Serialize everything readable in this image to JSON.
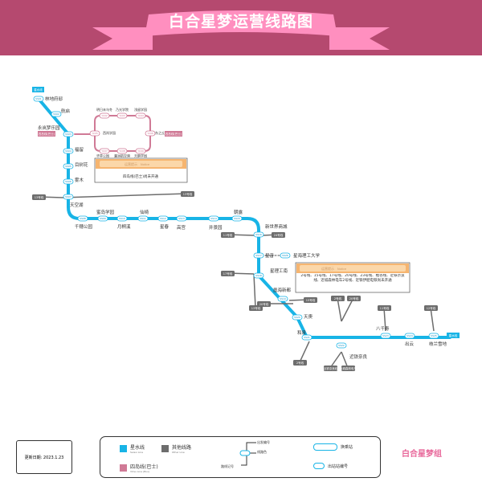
{
  "header": {
    "title": "白合星梦运营线路图"
  },
  "colors": {
    "main_line": "#18b4e6",
    "other_line": "#6d6d6d",
    "bus_line": "#d07a96",
    "header_bg": "#b5496f",
    "ribbon": "#ff8fbf"
  },
  "line_badges": {
    "start": "星水线",
    "end": "星水线",
    "bus": "四岛线(巴士)",
    "bus2": "四岛线(巴士)"
  },
  "stations": [
    {
      "name": "林地府邸",
      "code": "SS01"
    },
    {
      "name": "航启",
      "code": "SS02"
    },
    {
      "name": "永岚梦乐园",
      "code": "SS03"
    },
    {
      "name": "福留",
      "code": "SS04"
    },
    {
      "name": "目树花",
      "code": "SS05"
    },
    {
      "name": "雾木",
      "code": "SS06"
    },
    {
      "name": "天空湖",
      "code": "SS07"
    },
    {
      "name": "千穗公园",
      "code": "SS08"
    },
    {
      "name": "蜜岛学园",
      "code": "SS09"
    },
    {
      "name": "月桐溪",
      "code": "SS10"
    },
    {
      "name": "仙崎",
      "code": "SS11"
    },
    {
      "name": "星春",
      "code": "SS12"
    },
    {
      "name": "高宫",
      "code": "SS13"
    },
    {
      "name": "井景园",
      "code": "SS14"
    },
    {
      "name": "朝露",
      "code": "SS15"
    },
    {
      "name": "新世界商城",
      "code": "SS16"
    },
    {
      "name": "星音",
      "code": "SS17"
    },
    {
      "name": "星理工南",
      "code": "SS18"
    },
    {
      "name": "凰海新都",
      "code": "SS19"
    },
    {
      "name": "天庚",
      "code": "SS20"
    },
    {
      "name": "和泉",
      "code": "SS21"
    },
    {
      "name": "近铁奈良",
      "code": "SS22"
    },
    {
      "name": "八千寿",
      "code": "SS23"
    },
    {
      "name": "出云",
      "code": "SS24"
    },
    {
      "name": "岐兰雪地",
      "code": "SS25"
    },
    {
      "name": "星海理工大学",
      "code": "SS26"
    }
  ],
  "bus_stations": [
    {
      "name": "明日未乌冬",
      "code": "YC02"
    },
    {
      "name": "乃光学院",
      "code": "YC03"
    },
    {
      "name": "浅留学园",
      "code": "YC04"
    },
    {
      "name": "西岚学园",
      "code": "YC05"
    },
    {
      "name": "东之丘",
      "code": "YC06"
    },
    {
      "name": "华亭公园",
      "code": "YC07"
    },
    {
      "name": "瀛洲航空港",
      "code": "YC08"
    },
    {
      "name": "天鹅学园",
      "code": "YC09"
    }
  ],
  "other_lines": [
    "13号线",
    "13号线",
    "11号线",
    "24号线",
    "17号线",
    "13号线",
    "15号线",
    "20号线",
    "2号线",
    "2号线",
    "20号线",
    "11号线",
    "12号线",
    "近铁奈良线",
    "近城森林电车"
  ],
  "notices": [
    {
      "title": "运营提示",
      "sub": "Notice",
      "text": "四岛线(巴士)尚未开通"
    },
    {
      "title": "运营提示",
      "sub": "Notice",
      "text": "2号线、15号线、17号线、20号线、23号线、榴谷线、近铁奈良线、近城森林电车2号线、近铁伊肥电铁尚未开通"
    }
  ],
  "legend": {
    "main": "星水线",
    "main_en": "Seisui Line",
    "other": "其他线路",
    "other_en": "Other Line",
    "bus": "四岛线(巴士)",
    "bus_en": "Yotsu Line (Bus)",
    "station_num": "出发编号",
    "line_color": "线路色",
    "line_num": "路线记号",
    "transfer": "换乘站",
    "exit": "出站站编号"
  },
  "update_date": "更新日期: 2023.1.23",
  "logo": "白合星梦组"
}
